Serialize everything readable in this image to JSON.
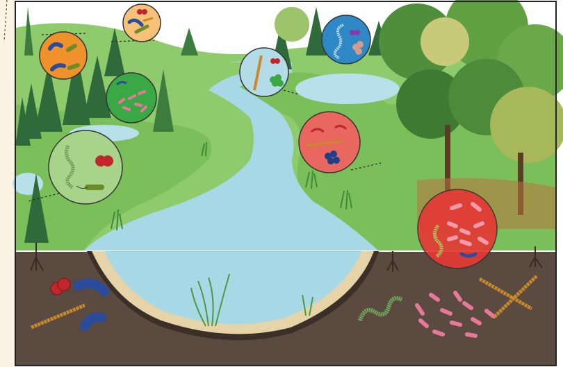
{
  "figure": {
    "description_visible_text": "",
    "panels": [
      "landscape-cross-section",
      "soil-layer"
    ],
    "habitats": [
      "forest",
      "river",
      "pond",
      "lake",
      "soil",
      "sediment"
    ],
    "microbe_bubbles": [
      {
        "habitat": "upland-forest",
        "color": "#f0922b",
        "microbes": [
          "bacilli",
          "vibrio"
        ]
      },
      {
        "habitat": "forest-edge",
        "color": "#f6c27a",
        "microbes": [
          "cocci",
          "vibrio",
          "bacilli"
        ]
      },
      {
        "habitat": "conifer-forest",
        "color": "#3aa845",
        "microbes": [
          "vibrio",
          "bacilli"
        ]
      },
      {
        "habitat": "riverbank-grass",
        "color": "#a7d38a",
        "microbes": [
          "spirochete",
          "diplococci",
          "flagellated-bacillus"
        ]
      },
      {
        "habitat": "river",
        "color": "#b3dbe8",
        "microbes": [
          "filament",
          "diplococci",
          "cluster"
        ]
      },
      {
        "habitat": "lake",
        "color": "#2e88c6",
        "microbes": [
          "spirochete",
          "diplococci",
          "cluster"
        ]
      },
      {
        "habitat": "shore",
        "color": "#e8675e",
        "microbes": [
          "vibrio",
          "filament",
          "cluster"
        ]
      },
      {
        "habitat": "deciduous-forest",
        "color": "#e53935",
        "microbes": [
          "spirochete",
          "bacilli",
          "vibrio"
        ]
      }
    ],
    "colors": {
      "sky": "#ffffff",
      "grass": "#7bbf5a",
      "water": "#a6d8e6",
      "soil": "#5b4a3f",
      "sand": "#e6d3a8",
      "frame": "#222222"
    }
  }
}
